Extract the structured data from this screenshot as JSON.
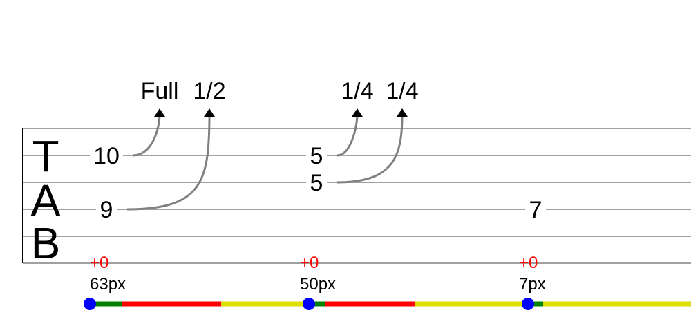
{
  "clef": {
    "letters": [
      "T",
      "A",
      "B"
    ]
  },
  "colors": {
    "staff_line": "#a0a0a0",
    "bend_curve": "#808080",
    "annotation": "#ff0000",
    "marker_dot": "#0000ff",
    "bar_green": "#008000",
    "bar_red": "#ff0000",
    "bar_yellow": "#dddd00"
  },
  "beats": [
    {
      "notes": [
        {
          "string": 2,
          "fret": "10",
          "bend": "Full"
        },
        {
          "string": 4,
          "fret": "9",
          "bend": "1/2"
        }
      ],
      "offset_label": "+0",
      "width_label": "63px"
    },
    {
      "notes": [
        {
          "string": 2,
          "fret": "5",
          "bend": "1/4"
        },
        {
          "string": 3,
          "fret": "5",
          "bend": "1/4"
        }
      ],
      "offset_label": "+0",
      "width_label": "50px"
    },
    {
      "notes": [
        {
          "string": 4,
          "fret": "7"
        }
      ],
      "offset_label": "+0",
      "width_label": "7px"
    }
  ]
}
